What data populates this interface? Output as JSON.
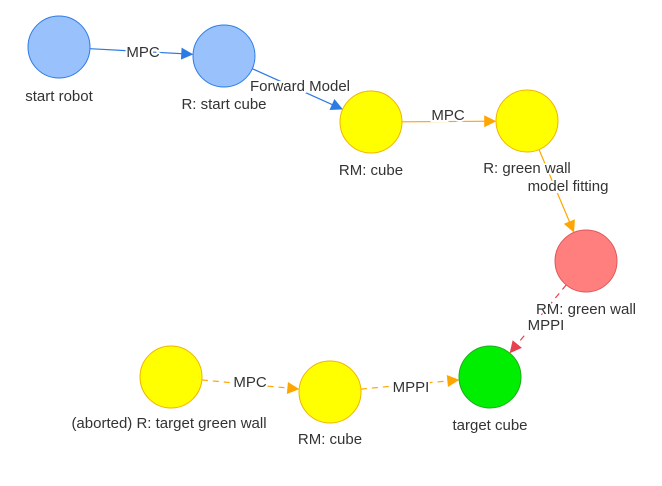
{
  "colors": {
    "blue_fill": "#99c2fc",
    "blue_stroke": "#2c7be5",
    "yellow_fill": "#ffff00",
    "yellow_stroke": "#f0b400",
    "red_fill": "#ff7f7f",
    "red_stroke": "#e05858",
    "green_fill": "#00ee00",
    "green_stroke": "#22aa22",
    "orange_edge": "#ffa500",
    "red_edge": "#e8404c",
    "blue_edge": "#2c7be5"
  },
  "nodes": [
    {
      "id": "start-robot",
      "label": "start robot",
      "fill": "blue_fill",
      "stroke": "blue_stroke"
    },
    {
      "id": "start-cube",
      "label": "R: start cube",
      "fill": "blue_fill",
      "stroke": "blue_stroke"
    },
    {
      "id": "rm-cube-1",
      "label": "RM: cube",
      "fill": "yellow_fill",
      "stroke": "yellow_stroke"
    },
    {
      "id": "green-wall",
      "label": "R: green wall",
      "fill": "yellow_fill",
      "stroke": "yellow_stroke"
    },
    {
      "id": "rm-green-wall",
      "label": "RM: green wall",
      "fill": "red_fill",
      "stroke": "red_stroke"
    },
    {
      "id": "target-cube",
      "label": "target cube",
      "fill": "green_fill",
      "stroke": "green_stroke"
    },
    {
      "id": "rm-cube-2",
      "label": "RM: cube",
      "fill": "yellow_fill",
      "stroke": "yellow_stroke"
    },
    {
      "id": "target-green-wall",
      "label": "(aborted) R: target green wall",
      "fill": "yellow_fill",
      "stroke": "yellow_stroke"
    }
  ],
  "edges": [
    {
      "from": "start-robot",
      "to": "start-cube",
      "label": "MPC",
      "color": "blue_edge",
      "dashed": false
    },
    {
      "from": "start-cube",
      "to": "rm-cube-1",
      "label": "Forward Model",
      "color": "blue_edge",
      "dashed": false
    },
    {
      "from": "rm-cube-1",
      "to": "green-wall",
      "label": "MPC",
      "color": "orange_edge",
      "dashed": false
    },
    {
      "from": "green-wall",
      "to": "rm-green-wall",
      "label": "model fitting",
      "color": "orange_edge",
      "dashed": false
    },
    {
      "from": "rm-green-wall",
      "to": "target-cube",
      "label": "MPPI",
      "color": "red_edge",
      "dashed": true
    },
    {
      "from": "target-green-wall",
      "to": "rm-cube-2",
      "label": "MPC",
      "color": "orange_edge",
      "dashed": true
    },
    {
      "from": "rm-cube-2",
      "to": "target-cube",
      "label": "MPPI",
      "color": "orange_edge",
      "dashed": true
    }
  ]
}
